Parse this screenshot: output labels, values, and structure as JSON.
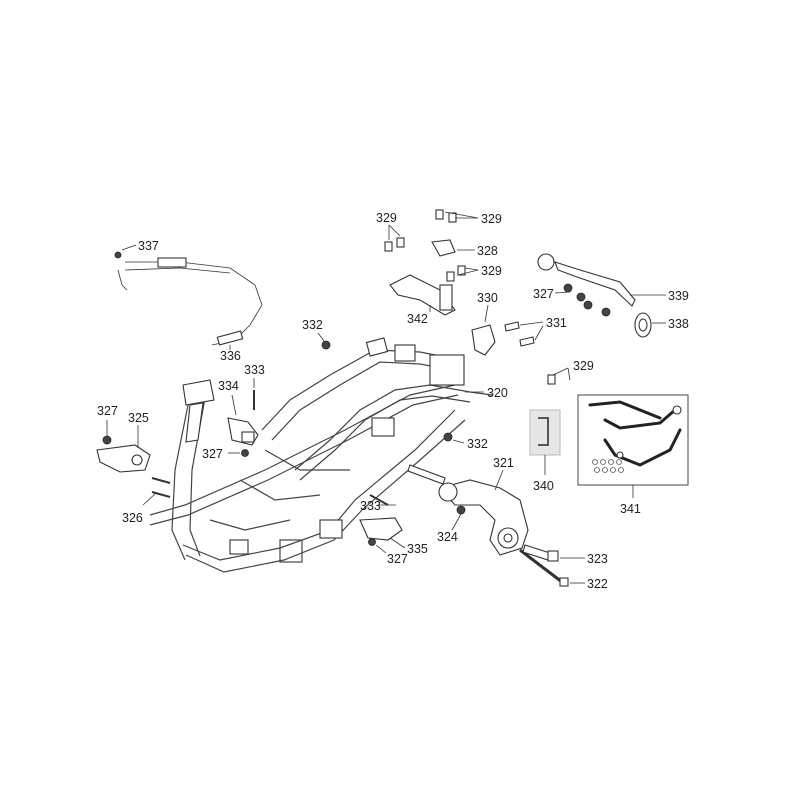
{
  "callouts": {
    "p320": "320",
    "p321": "321",
    "p322": "322",
    "p323": "323",
    "p324": "324",
    "p325": "325",
    "p326": "326",
    "p327a": "327",
    "p327b": "327",
    "p327c": "327",
    "p327d": "327",
    "p328": "328",
    "p329a": "329",
    "p329b": "329",
    "p329c": "329",
    "p329d": "329",
    "p330": "330",
    "p331": "331",
    "p332a": "332",
    "p332b": "332",
    "p333a": "333",
    "p333b": "333",
    "p334": "334",
    "p335": "335",
    "p336": "336",
    "p337": "337",
    "p338": "338",
    "p339": "339",
    "p340": "340",
    "p341": "341",
    "p342": "342"
  }
}
